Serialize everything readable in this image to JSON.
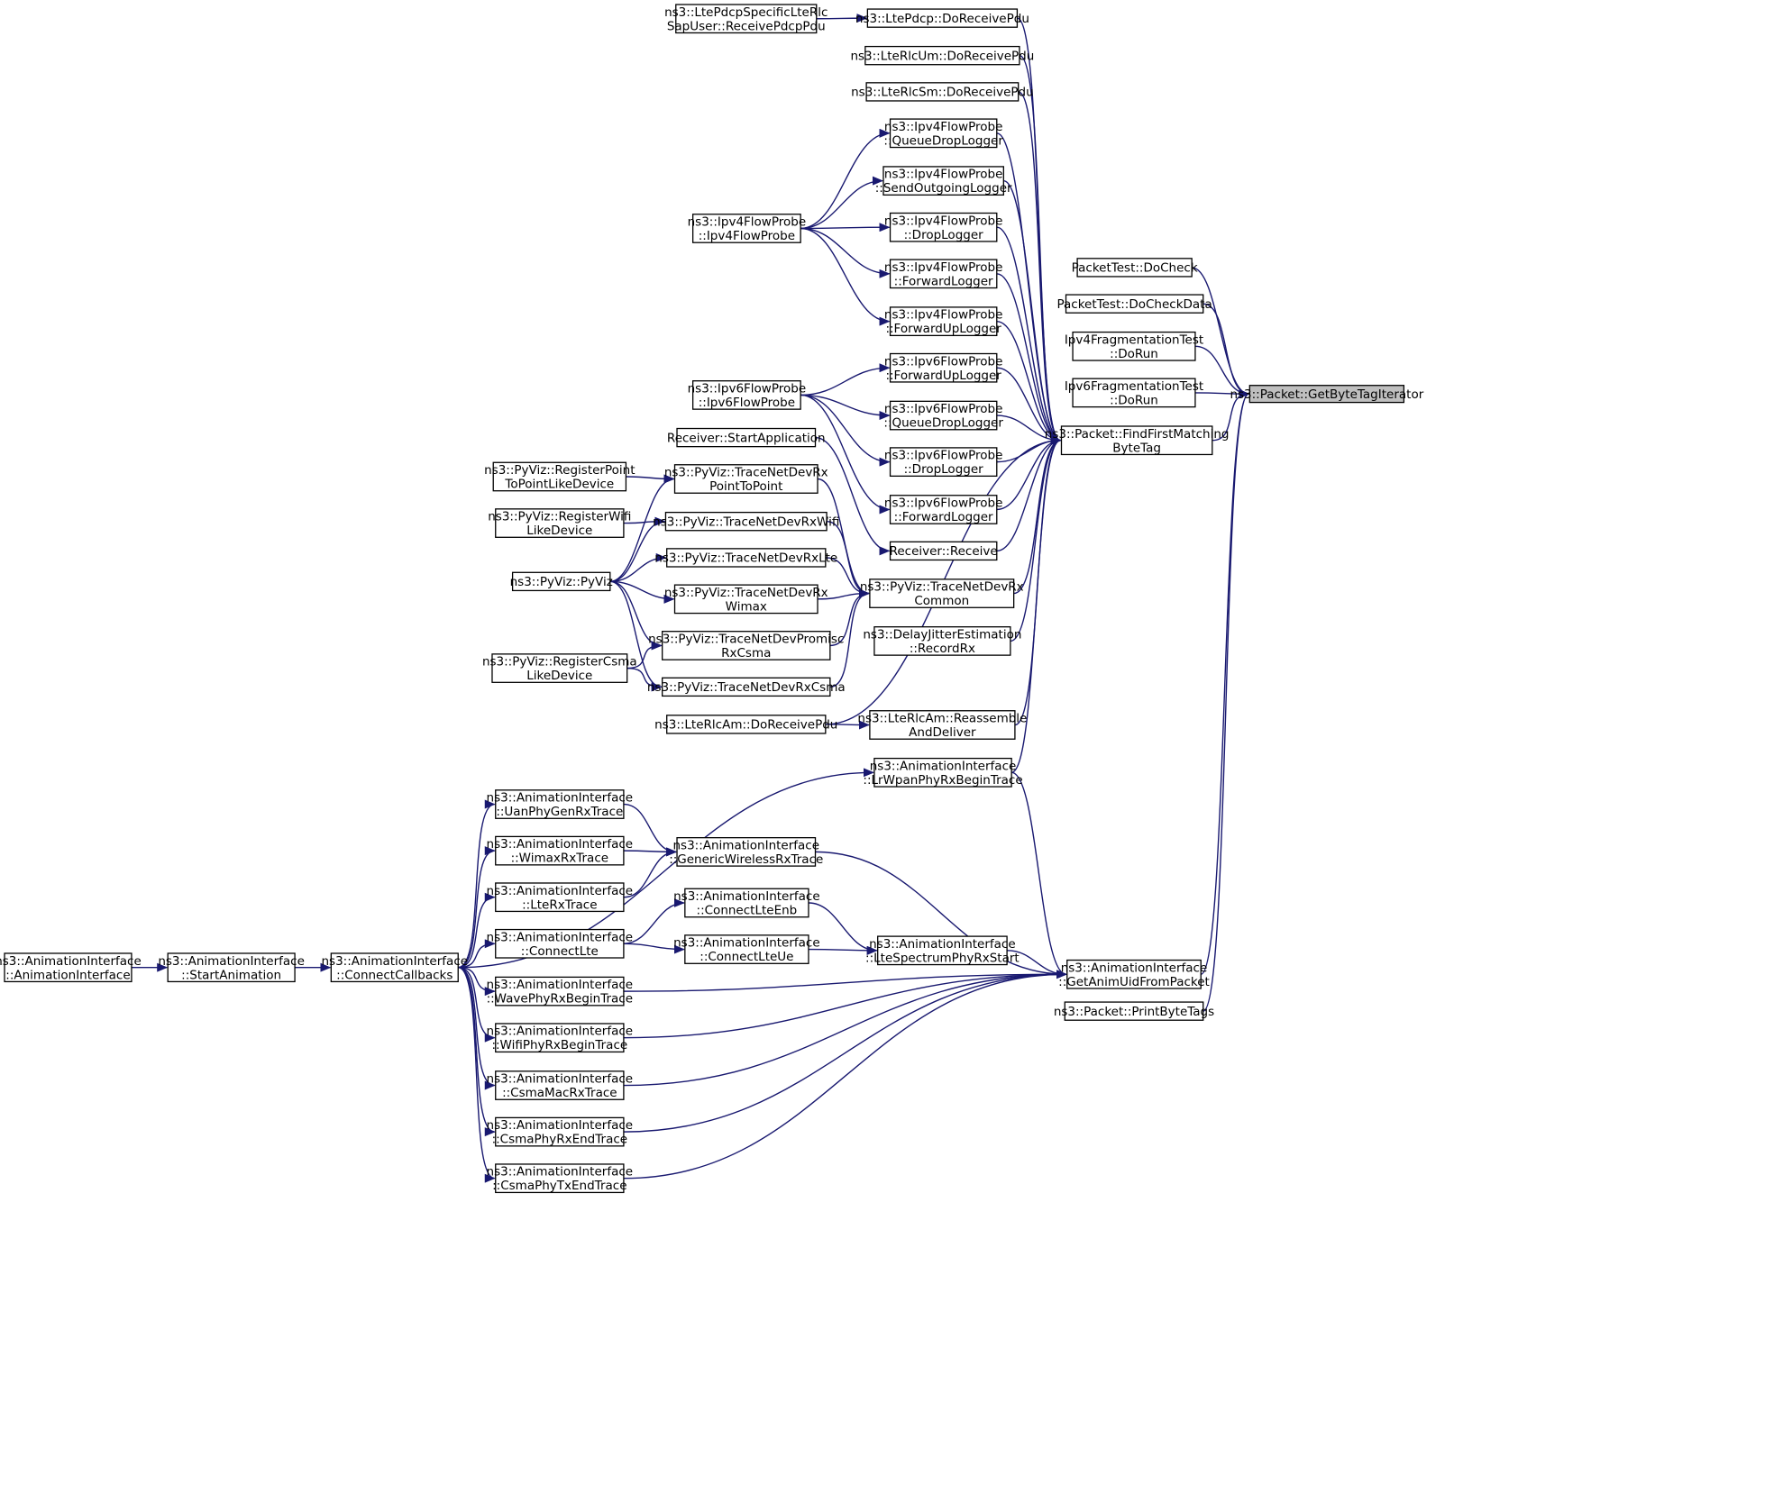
{
  "nodes": [
    {
      "id": "root",
      "lines": [
        "ns3::Packet::GetByteTagIterator"
      ],
      "root": true
    },
    {
      "id": "findfirst",
      "lines": [
        "ns3::Packet::FindFirstMatching",
        "ByteTag"
      ]
    },
    {
      "id": "getanim",
      "lines": [
        "ns3::AnimationInterface",
        "::GetAnimUidFromPacket"
      ]
    },
    {
      "id": "pt_docheck",
      "lines": [
        "PacketTest::DoCheck"
      ]
    },
    {
      "id": "pt_docheckdata",
      "lines": [
        "PacketTest::DoCheckData"
      ]
    },
    {
      "id": "ipv4frag",
      "lines": [
        "Ipv4FragmentationTest",
        "::DoRun"
      ]
    },
    {
      "id": "ipv6frag",
      "lines": [
        "Ipv6FragmentationTest",
        "::DoRun"
      ]
    },
    {
      "id": "printbytetags",
      "lines": [
        "ns3::Packet::PrintByteTags"
      ]
    },
    {
      "id": "ltepdcp",
      "lines": [
        "ns3::LtePdcp::DoReceivePdu"
      ]
    },
    {
      "id": "ltepdcpsap",
      "lines": [
        "ns3::LtePdcpSpecificLteRlc",
        "SapUser::ReceivePdcpPdu"
      ]
    },
    {
      "id": "lterlcum",
      "lines": [
        "ns3::LteRlcUm::DoReceivePdu"
      ]
    },
    {
      "id": "lterlcsm",
      "lines": [
        "ns3::LteRlcSm::DoReceivePdu"
      ]
    },
    {
      "id": "ipv4_qdrop",
      "lines": [
        "ns3::Ipv4FlowProbe",
        "::QueueDropLogger"
      ]
    },
    {
      "id": "ipv4_send",
      "lines": [
        "ns3::Ipv4FlowProbe",
        "::SendOutgoingLogger"
      ]
    },
    {
      "id": "ipv4_drop",
      "lines": [
        "ns3::Ipv4FlowProbe",
        "::DropLogger"
      ]
    },
    {
      "id": "ipv4_fwd",
      "lines": [
        "ns3::Ipv4FlowProbe",
        "::ForwardLogger"
      ]
    },
    {
      "id": "ipv4_fwdup",
      "lines": [
        "ns3::Ipv4FlowProbe",
        "::ForwardUpLogger"
      ]
    },
    {
      "id": "ipv4probe",
      "lines": [
        "ns3::Ipv4FlowProbe",
        "::Ipv4FlowProbe"
      ]
    },
    {
      "id": "ipv6_fwdup",
      "lines": [
        "ns3::Ipv6FlowProbe",
        "::ForwardUpLogger"
      ]
    },
    {
      "id": "ipv6_qdrop",
      "lines": [
        "ns3::Ipv6FlowProbe",
        "::QueueDropLogger"
      ]
    },
    {
      "id": "ipv6_drop",
      "lines": [
        "ns3::Ipv6FlowProbe",
        "::DropLogger"
      ]
    },
    {
      "id": "ipv6_fwd",
      "lines": [
        "ns3::Ipv6FlowProbe",
        "::ForwardLogger"
      ]
    },
    {
      "id": "ipv6probe",
      "lines": [
        "ns3::Ipv6FlowProbe",
        "::Ipv6FlowProbe"
      ]
    },
    {
      "id": "recv_start",
      "lines": [
        "Receiver::StartApplication"
      ]
    },
    {
      "id": "recv_receive",
      "lines": [
        "Receiver::Receive"
      ]
    },
    {
      "id": "tnd_p2p",
      "lines": [
        "ns3::PyViz::TraceNetDevRx",
        "PointToPoint"
      ]
    },
    {
      "id": "tnd_wifi",
      "lines": [
        "ns3::PyViz::TraceNetDevRxWifi"
      ]
    },
    {
      "id": "tnd_lte",
      "lines": [
        "ns3::PyViz::TraceNetDevRxLte"
      ]
    },
    {
      "id": "tnd_wimax",
      "lines": [
        "ns3::PyViz::TraceNetDevRx",
        "Wimax"
      ]
    },
    {
      "id": "tnd_promisc",
      "lines": [
        "ns3::PyViz::TraceNetDevPromisc",
        "RxCsma"
      ]
    },
    {
      "id": "tnd_csma",
      "lines": [
        "ns3::PyViz::TraceNetDevRxCsma"
      ]
    },
    {
      "id": "tnd_common",
      "lines": [
        "ns3::PyViz::TraceNetDevRx",
        "Common"
      ]
    },
    {
      "id": "reg_p2p",
      "lines": [
        "ns3::PyViz::RegisterPoint",
        "ToPointLikeDevice"
      ]
    },
    {
      "id": "reg_wifi",
      "lines": [
        "ns3::PyViz::RegisterWifi",
        "LikeDevice"
      ]
    },
    {
      "id": "reg_csma",
      "lines": [
        "ns3::PyViz::RegisterCsma",
        "LikeDevice"
      ]
    },
    {
      "id": "pyviz",
      "lines": [
        "ns3::PyViz::PyViz"
      ]
    },
    {
      "id": "delayjitter",
      "lines": [
        "ns3::DelayJitterEstimation",
        "::RecordRx"
      ]
    },
    {
      "id": "lterlcam_do",
      "lines": [
        "ns3::LteRlcAm::DoReceivePdu"
      ]
    },
    {
      "id": "lterlcam_re",
      "lines": [
        "ns3::LteRlcAm::Reassemble",
        "AndDeliver"
      ]
    },
    {
      "id": "ai_lrwpan",
      "lines": [
        "ns3::AnimationInterface",
        "::LrWpanPhyRxBeginTrace"
      ]
    },
    {
      "id": "ai_uan",
      "lines": [
        "ns3::AnimationInterface",
        "::UanPhyGenRxTrace"
      ]
    },
    {
      "id": "ai_wimax",
      "lines": [
        "ns3::AnimationInterface",
        "::WimaxRxTrace"
      ]
    },
    {
      "id": "ai_lterx",
      "lines": [
        "ns3::AnimationInterface",
        "::LteRxTrace"
      ]
    },
    {
      "id": "ai_generic",
      "lines": [
        "ns3::AnimationInterface",
        "::GenericWirelessRxTrace"
      ]
    },
    {
      "id": "ai_connlteenb",
      "lines": [
        "ns3::AnimationInterface",
        "::ConnectLteEnb"
      ]
    },
    {
      "id": "ai_connlteue",
      "lines": [
        "ns3::AnimationInterface",
        "::ConnectLteUe"
      ]
    },
    {
      "id": "ai_ltespec",
      "lines": [
        "ns3::AnimationInterface",
        "::LteSpectrumPhyRxStart"
      ]
    },
    {
      "id": "ai_connlte",
      "lines": [
        "ns3::AnimationInterface",
        "::ConnectLte"
      ]
    },
    {
      "id": "ai_wave",
      "lines": [
        "ns3::AnimationInterface",
        "::WavePhyRxBeginTrace"
      ]
    },
    {
      "id": "ai_wifiphy",
      "lines": [
        "ns3::AnimationInterface",
        "::WifiPhyRxBeginTrace"
      ]
    },
    {
      "id": "ai_csmamac",
      "lines": [
        "ns3::AnimationInterface",
        "::CsmaMacRxTrace"
      ]
    },
    {
      "id": "ai_csmaphyrx",
      "lines": [
        "ns3::AnimationInterface",
        "::CsmaPhyRxEndTrace"
      ]
    },
    {
      "id": "ai_csmaphytx",
      "lines": [
        "ns3::AnimationInterface",
        "::CsmaPhyTxEndTrace"
      ]
    },
    {
      "id": "ai_connectcb",
      "lines": [
        "ns3::AnimationInterface",
        "::ConnectCallbacks"
      ]
    },
    {
      "id": "ai_startanim",
      "lines": [
        "ns3::AnimationInterface",
        "::StartAnimation"
      ]
    },
    {
      "id": "ai_ctor",
      "lines": [
        "ns3::AnimationInterface",
        "::AnimationInterface"
      ]
    }
  ],
  "edges": [
    [
      "findfirst",
      "root"
    ],
    [
      "getanim",
      "root"
    ],
    [
      "pt_docheck",
      "root"
    ],
    [
      "pt_docheckdata",
      "root"
    ],
    [
      "ipv4frag",
      "root"
    ],
    [
      "ipv6frag",
      "root"
    ],
    [
      "printbytetags",
      "root"
    ],
    [
      "ltepdcp",
      "findfirst"
    ],
    [
      "lterlcum",
      "findfirst"
    ],
    [
      "lterlcsm",
      "findfirst"
    ],
    [
      "ipv4_qdrop",
      "findfirst"
    ],
    [
      "ipv4_send",
      "findfirst"
    ],
    [
      "ipv4_drop",
      "findfirst"
    ],
    [
      "ipv4_fwd",
      "findfirst"
    ],
    [
      "ipv4_fwdup",
      "findfirst"
    ],
    [
      "ipv6_fwdup",
      "findfirst"
    ],
    [
      "ipv6_qdrop",
      "findfirst"
    ],
    [
      "ipv6_drop",
      "findfirst"
    ],
    [
      "ipv6_fwd",
      "findfirst"
    ],
    [
      "recv_receive",
      "findfirst"
    ],
    [
      "tnd_common",
      "findfirst"
    ],
    [
      "delayjitter",
      "findfirst"
    ],
    [
      "lterlcam_re",
      "findfirst"
    ],
    [
      "lterlcam_do",
      "findfirst"
    ],
    [
      "ai_lrwpan",
      "findfirst"
    ],
    [
      "ltepdcpsap",
      "ltepdcp"
    ],
    [
      "ipv4probe",
      "ipv4_qdrop"
    ],
    [
      "ipv4probe",
      "ipv4_send"
    ],
    [
      "ipv4probe",
      "ipv4_drop"
    ],
    [
      "ipv4probe",
      "ipv4_fwd"
    ],
    [
      "ipv4probe",
      "ipv4_fwdup"
    ],
    [
      "ipv6probe",
      "ipv6_fwdup"
    ],
    [
      "ipv6probe",
      "ipv6_qdrop"
    ],
    [
      "ipv6probe",
      "ipv6_drop"
    ],
    [
      "ipv6probe",
      "ipv6_fwd"
    ],
    [
      "recv_start",
      "recv_receive"
    ],
    [
      "tnd_p2p",
      "tnd_common"
    ],
    [
      "tnd_wifi",
      "tnd_common"
    ],
    [
      "tnd_lte",
      "tnd_common"
    ],
    [
      "tnd_wimax",
      "tnd_common"
    ],
    [
      "tnd_promisc",
      "tnd_common"
    ],
    [
      "tnd_csma",
      "tnd_common"
    ],
    [
      "reg_p2p",
      "tnd_p2p"
    ],
    [
      "reg_wifi",
      "tnd_wifi"
    ],
    [
      "reg_csma",
      "tnd_promisc"
    ],
    [
      "reg_csma",
      "tnd_csma"
    ],
    [
      "pyviz",
      "tnd_p2p"
    ],
    [
      "pyviz",
      "tnd_wifi"
    ],
    [
      "pyviz",
      "tnd_lte"
    ],
    [
      "pyviz",
      "tnd_wimax"
    ],
    [
      "pyviz",
      "tnd_promisc"
    ],
    [
      "pyviz",
      "tnd_csma"
    ],
    [
      "lterlcam_do",
      "lterlcam_re"
    ],
    [
      "ai_lrwpan",
      "getanim"
    ],
    [
      "ai_generic",
      "getanim"
    ],
    [
      "ai_ltespec",
      "getanim"
    ],
    [
      "ai_wave",
      "getanim"
    ],
    [
      "ai_wifiphy",
      "getanim"
    ],
    [
      "ai_csmamac",
      "getanim"
    ],
    [
      "ai_csmaphyrx",
      "getanim"
    ],
    [
      "ai_csmaphytx",
      "getanim"
    ],
    [
      "ai_uan",
      "ai_generic"
    ],
    [
      "ai_wimax",
      "ai_generic"
    ],
    [
      "ai_lterx",
      "ai_generic"
    ],
    [
      "ai_connlteenb",
      "ai_ltespec"
    ],
    [
      "ai_connlteue",
      "ai_ltespec"
    ],
    [
      "ai_connlte",
      "ai_connlteenb"
    ],
    [
      "ai_connlte",
      "ai_connlteue"
    ],
    [
      "ai_connectcb",
      "ai_lrwpan"
    ],
    [
      "ai_connectcb",
      "ai_uan"
    ],
    [
      "ai_connectcb",
      "ai_wimax"
    ],
    [
      "ai_connectcb",
      "ai_lterx"
    ],
    [
      "ai_connectcb",
      "ai_connlte"
    ],
    [
      "ai_connectcb",
      "ai_wave"
    ],
    [
      "ai_connectcb",
      "ai_wifiphy"
    ],
    [
      "ai_connectcb",
      "ai_csmamac"
    ],
    [
      "ai_connectcb",
      "ai_csmaphyrx"
    ],
    [
      "ai_connectcb",
      "ai_csmaphytx"
    ],
    [
      "ai_startanim",
      "ai_connectcb"
    ],
    [
      "ai_ctor",
      "ai_startanim"
    ]
  ],
  "colors": {
    "edge": "#191970",
    "node_fill": "#ffffff",
    "root_fill": "#bfbfbf",
    "border": "#000000"
  }
}
